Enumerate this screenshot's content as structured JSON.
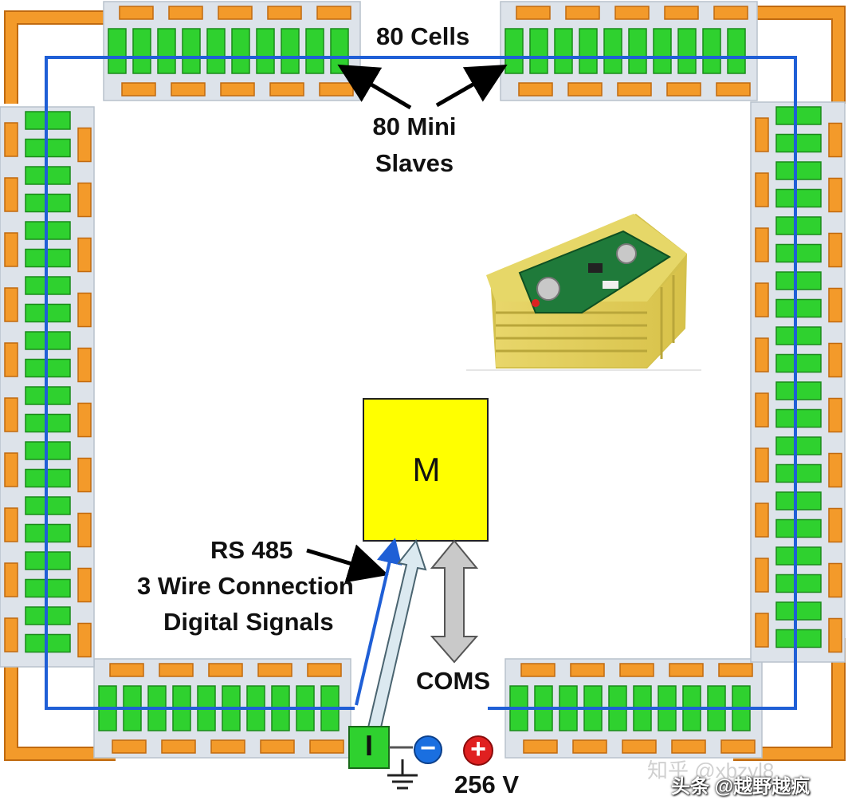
{
  "labels": {
    "cells": "80 Cells",
    "mini_slaves_1": "80 Mini",
    "mini_slaves_2": "Slaves",
    "rs485_1": "RS 485",
    "rs485_2": "3 Wire Connection",
    "rs485_3": "Digital Signals",
    "coms": "COMS",
    "voltage": "256 V",
    "master": "M",
    "interface": "I",
    "minus": "−",
    "plus": "+"
  },
  "watermark": {
    "faint": "知乎 @xbzyl8",
    "main": "头条 @越野越疯"
  },
  "colors": {
    "cell": "#2fd12f",
    "cell_border": "#1a8a1a",
    "busbar": "#f39a2a",
    "busbar_border": "#c06a10",
    "holder": "#dde3ea",
    "bus_line": "#1f5fd6",
    "master_fill": "#ffff00",
    "terminal_minus": "#1a6fe0",
    "terminal_plus": "#e02020"
  }
}
